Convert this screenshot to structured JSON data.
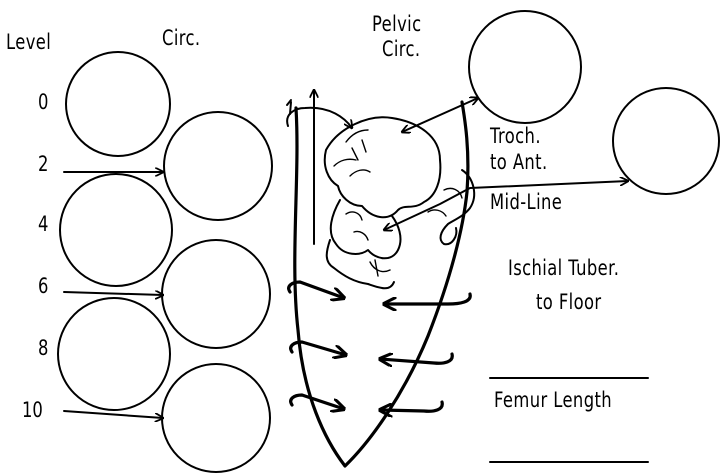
{
  "header": {
    "level_label": "Level",
    "circ_label": "Circ.",
    "pelvic_line1": "Pelvic",
    "pelvic_line2": "Circ."
  },
  "levels": [
    "0",
    "2",
    "4",
    "6",
    "8",
    "10"
  ],
  "annotations": {
    "troch_line1": "Troch.",
    "troch_line2": "to Ant.",
    "troch_line3": "Mid-Line",
    "ischial_line1": "Ischial Tuber.",
    "ischial_line2": "to Floor",
    "femur": "Femur Length"
  }
}
